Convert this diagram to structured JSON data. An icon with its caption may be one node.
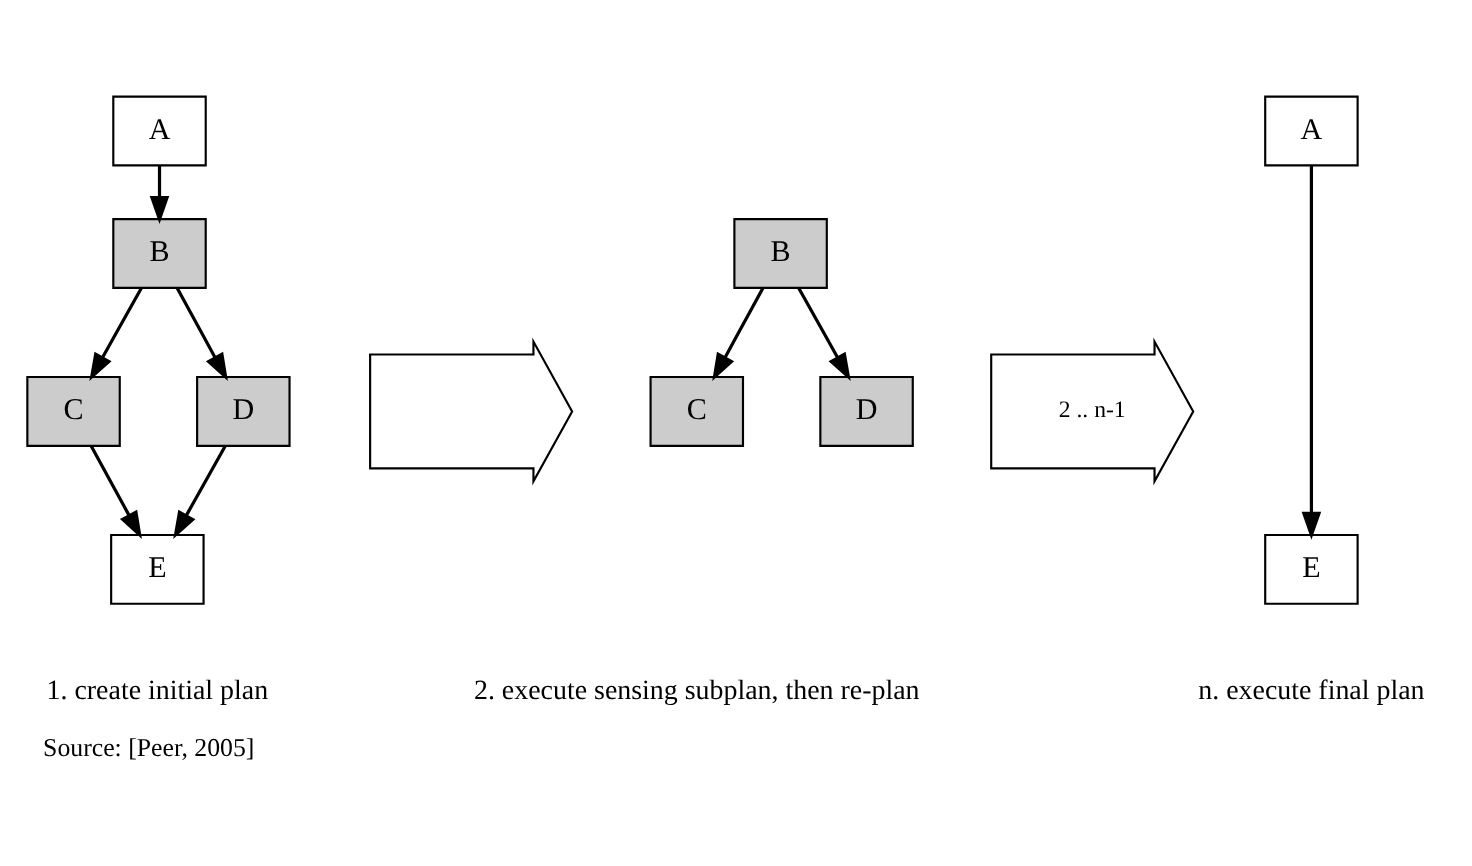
{
  "diagram": {
    "caption": "Source: [Peer, 2005]",
    "nodes": [
      {
        "text": [
          "A"
        ]
      },
      {
        "text": [
          "B"
        ]
      },
      {
        "text": [
          "C"
        ]
      },
      {
        "text": [
          "D"
        ]
      },
      {
        "text": [
          "E"
        ]
      },
      {
        "text": [],
        "shape": "arrow"
      },
      {
        "text": [
          "B"
        ]
      },
      {
        "text": [
          "C"
        ]
      },
      {
        "text": [
          "D"
        ]
      },
      {
        "text": [
          "2 .. n-1"
        ]
      },
      {
        "text": [
          "A"
        ]
      },
      {
        "text": [
          "E"
        ]
      }
    ],
    "edges": [
      {
        "from": 0,
        "to": 1,
        "arrow": "to"
      },
      {
        "from": 1,
        "to": 2,
        "arrow": "to"
      },
      {
        "from": 1,
        "to": 3,
        "arrow": "to"
      },
      {
        "from": 2,
        "to": 4,
        "arrow": "to"
      },
      {
        "from": 3,
        "to": 4,
        "arrow": "to"
      },
      {
        "from": 6,
        "to": 7,
        "arrow": "to"
      },
      {
        "from": 6,
        "to": 8,
        "arrow": "to"
      },
      {
        "from": 10,
        "to": 11,
        "arrow": "to"
      }
    ],
    "labels": [
      "1. create initial plan",
      "2. execute sensing subplan, then re-plan",
      "n. execute final plan"
    ]
  }
}
